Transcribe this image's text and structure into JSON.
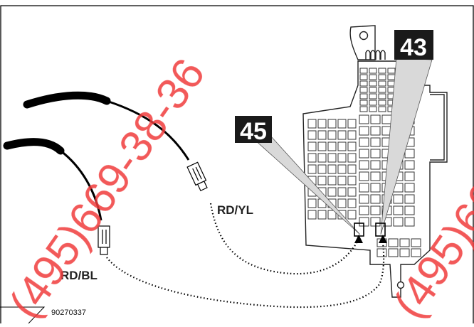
{
  "callouts": {
    "left": "45",
    "right": "43"
  },
  "wires": {
    "upper": "RD/YL",
    "lower": "RD/BL"
  },
  "figure_number": "90270337",
  "watermark": "(495)669-38-36"
}
